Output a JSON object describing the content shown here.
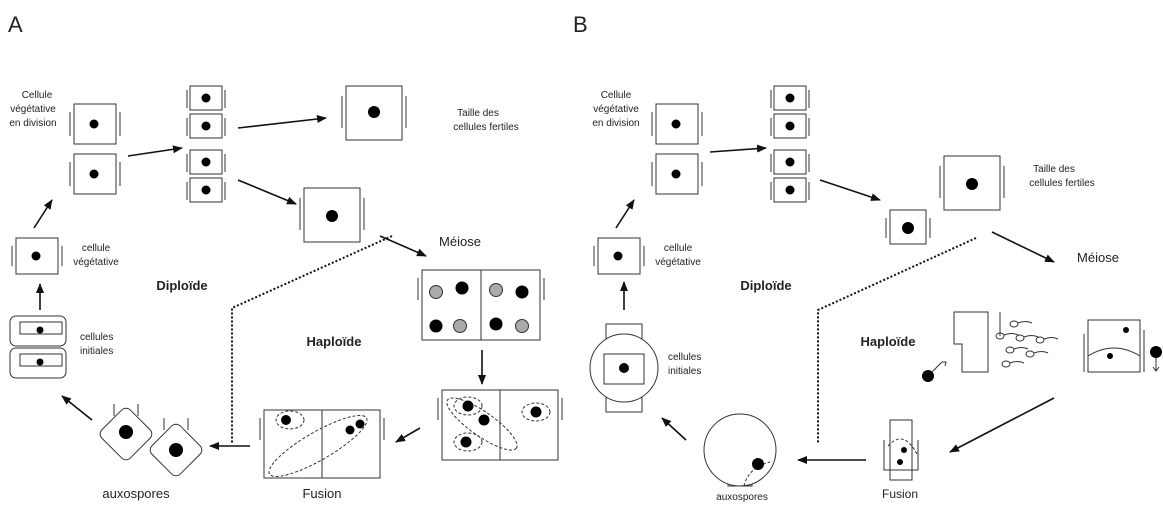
{
  "panel_a": {
    "letter": "A",
    "labels": {
      "vegetative_division_1": "Cellule",
      "vegetative_division_2": "végétative",
      "vegetative_division_3": "en division",
      "fertile_size_1": "Taille des",
      "fertile_size_2": "cellules fertiles",
      "vegetative_cell_1": "cellule",
      "vegetative_cell_2": "végétative",
      "diploid": "Diploïde",
      "meiosis": "Méiose",
      "initial_cells_1": "cellules",
      "initial_cells_2": "initiales",
      "haploid": "Haploïde",
      "auxospores": "auxospores",
      "fusion": "Fusion"
    }
  },
  "panel_b": {
    "letter": "B",
    "labels": {
      "vegetative_division_1": "Cellule",
      "vegetative_division_2": "végétative",
      "vegetative_division_3": "en division",
      "fertile_size_1": "Taille des",
      "fertile_size_2": "cellules fertiles",
      "vegetative_cell_1": "cellule",
      "vegetative_cell_2": "végétative",
      "diploid": "Diploïde",
      "meiosis": "Méiose",
      "initial_cells_1": "cellules",
      "initial_cells_2": "initiales",
      "haploid": "Haploïde",
      "auxospores": "auxospores",
      "fusion": "Fusion"
    }
  }
}
